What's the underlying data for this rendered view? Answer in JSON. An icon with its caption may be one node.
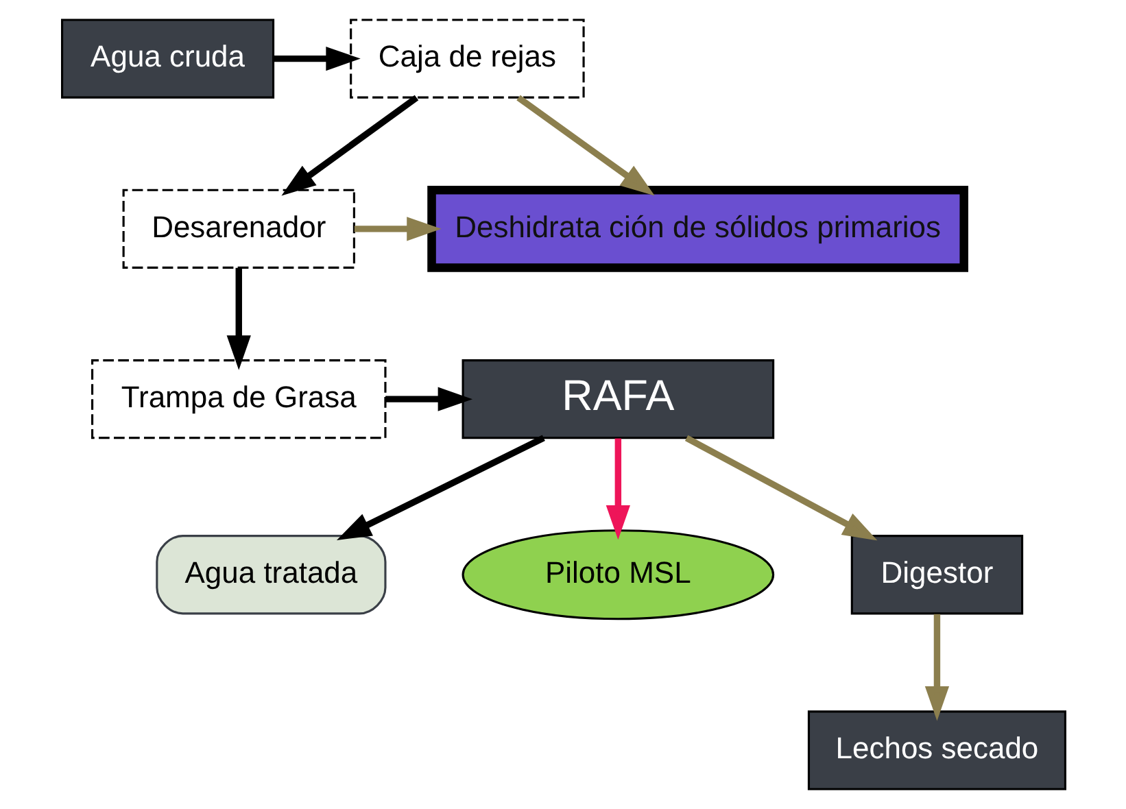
{
  "diagram": {
    "nodes": [
      {
        "text": [
          "Agua cruda"
        ]
      },
      {
        "text": [
          "Caja de rejas"
        ]
      },
      {
        "text": [
          "Desarenador"
        ]
      },
      {
        "text": [
          "Trampa de Grasa"
        ]
      },
      {
        "text": [
          "Deshidrata ción de sólidos primarios"
        ]
      },
      {
        "text": [
          "RAFA"
        ]
      },
      {
        "text": [
          "Agua tratada"
        ]
      },
      {
        "text": [
          "Piloto MSL"
        ]
      },
      {
        "text": [
          "Digestor"
        ]
      },
      {
        "text": [
          "Lechos secado"
        ]
      }
    ],
    "edges": [
      {
        "from": 0,
        "to": 1,
        "arrow": "to"
      },
      {
        "from": 1,
        "to": 2,
        "arrow": "to"
      },
      {
        "from": 1,
        "to": 4,
        "arrow": "to",
        "color": "#8c7f4e"
      },
      {
        "from": 2,
        "to": 4,
        "arrow": "to",
        "color": "#8c7f4e"
      },
      {
        "from": 2,
        "to": 3,
        "arrow": "to"
      },
      {
        "from": 3,
        "to": 5,
        "arrow": "to"
      },
      {
        "from": 5,
        "to": 6,
        "arrow": "to"
      },
      {
        "from": 5,
        "to": 7,
        "arrow": "to",
        "color": "#ee1559"
      },
      {
        "from": 5,
        "to": 8,
        "arrow": "to",
        "color": "#8c7f4e"
      },
      {
        "from": 8,
        "to": 9,
        "arrow": "to",
        "color": "#8c7f4e"
      }
    ]
  }
}
